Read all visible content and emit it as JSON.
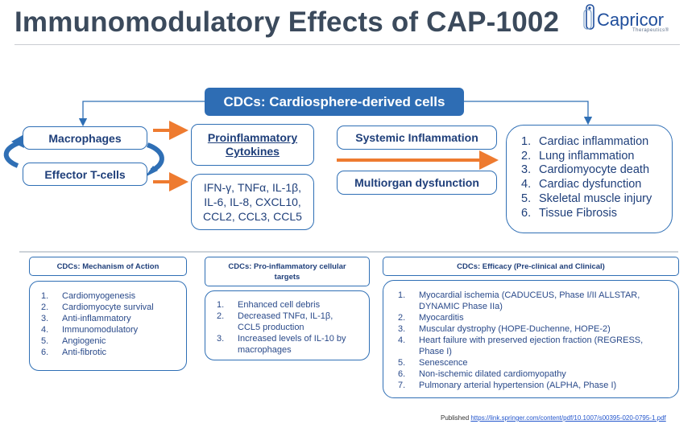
{
  "title": "Immunomodulatory Effects of CAP-1002",
  "logo": {
    "name": "Capricor",
    "tagline": "Therapeutics®"
  },
  "top_box": "CDCs: Cardiosphere-derived cells",
  "macrophages": "Macrophages",
  "effector": "Effector T-cells",
  "proinflammatory": {
    "line1": "Proinflammatory",
    "line2": "Cytokines"
  },
  "cytokines": [
    "IFN-γ, TNFα, IL-1β,",
    "IL-6, IL-8, CXCL10,",
    "CCL2, CCL3, CCL5"
  ],
  "systemic": "Systemic Inflammation",
  "multiorgan": "Multiorgan dysfunction",
  "outcomes": [
    {
      "n": "1.",
      "t": "Cardiac inflammation"
    },
    {
      "n": "2.",
      "t": "Lung inflammation"
    },
    {
      "n": "3.",
      "t": "Cardiomyocyte death"
    },
    {
      "n": "4.",
      "t": "Cardiac dysfunction"
    },
    {
      "n": "5.",
      "t": "Skeletal muscle injury"
    },
    {
      "n": "6.",
      "t": "Tissue Fibrosis"
    }
  ],
  "moa": {
    "header": "CDCs: Mechanism of Action",
    "items": [
      {
        "n": "1.",
        "t": "Cardiomyogenesis"
      },
      {
        "n": "2.",
        "t": "Cardiomyocyte survival"
      },
      {
        "n": "3.",
        "t": "Anti-inflammatory"
      },
      {
        "n": "4.",
        "t": "Immunomodulatory"
      },
      {
        "n": "5.",
        "t": "Angiogenic"
      },
      {
        "n": "6.",
        "t": "Anti-fibrotic"
      }
    ]
  },
  "targets": {
    "header_line1": "CDCs: Pro-inflammatory cellular",
    "header_line2": "targets",
    "items": [
      {
        "n": "1.",
        "lines": [
          "Enhanced cell debris"
        ]
      },
      {
        "n": "2.",
        "lines": [
          "Decreased TNFα, IL-1β,",
          "CCL5 production"
        ]
      },
      {
        "n": "3.",
        "lines": [
          "Increased levels of IL-10 by",
          "macrophages"
        ]
      }
    ]
  },
  "efficacy": {
    "header": "CDCs: Efficacy (Pre-clinical and Clinical)",
    "items": [
      {
        "n": "1.",
        "lines": [
          "Myocardial ischemia (CADUCEUS, Phase I/II ALLSTAR,",
          "DYNAMIC Phase IIa)"
        ]
      },
      {
        "n": "2.",
        "lines": [
          "Myocarditis"
        ]
      },
      {
        "n": "3.",
        "lines": [
          "Muscular dystrophy (HOPE-Duchenne, HOPE-2)"
        ]
      },
      {
        "n": "4.",
        "lines": [
          "Heart failure with preserved ejection fraction (REGRESS,",
          "Phase I)"
        ]
      },
      {
        "n": "5.",
        "lines": [
          "Senescence"
        ]
      },
      {
        "n": "6.",
        "lines": [
          "Non-ischemic dilated cardiomyopathy"
        ]
      },
      {
        "n": "7.",
        "lines": [
          "Pulmonary arterial hypertension (ALPHA, Phase I)"
        ]
      }
    ]
  },
  "footer": {
    "prefix": "Published ",
    "link": "https://link.springer.com/content/pdf/10.1007/s00395-020-0795-1.pdf"
  },
  "colors": {
    "accent_blue": "#2e6db4",
    "arrow_orange": "#ee7b30",
    "title_gray": "#3b4a5c"
  }
}
